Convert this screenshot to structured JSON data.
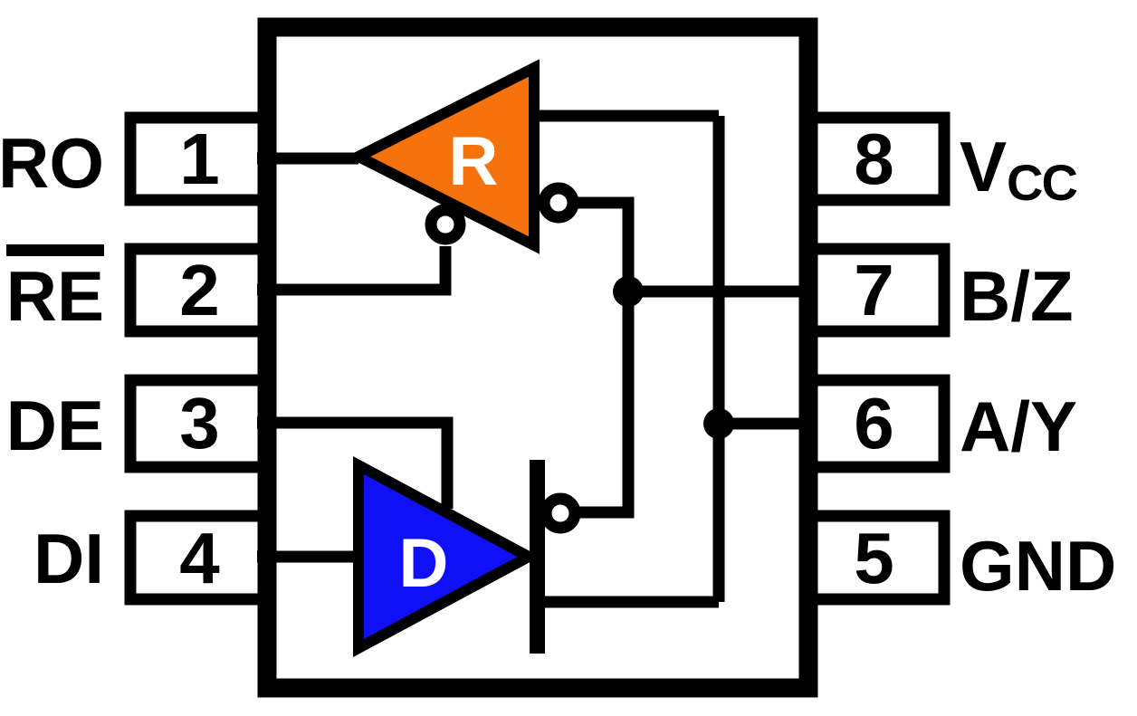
{
  "chip": {
    "pins_left": [
      {
        "number": "1",
        "label": "RO",
        "overline": false
      },
      {
        "number": "2",
        "label": "RE",
        "overline": true
      },
      {
        "number": "3",
        "label": "DE",
        "overline": false
      },
      {
        "number": "4",
        "label": "DI",
        "overline": false
      }
    ],
    "pins_right": [
      {
        "number": "8",
        "label": "V",
        "label_sub": "CC"
      },
      {
        "number": "7",
        "label": "B/Z",
        "label_sub": ""
      },
      {
        "number": "6",
        "label": "A/Y",
        "label_sub": ""
      },
      {
        "number": "5",
        "label": "GND",
        "label_sub": ""
      }
    ],
    "receiver": {
      "letter": "R",
      "color": "#F5720D"
    },
    "driver": {
      "letter": "D",
      "color": "#1010F8"
    },
    "colors": {
      "line": "#000000",
      "background": "#FFFFFF",
      "letter": "#FFFFFF"
    }
  }
}
